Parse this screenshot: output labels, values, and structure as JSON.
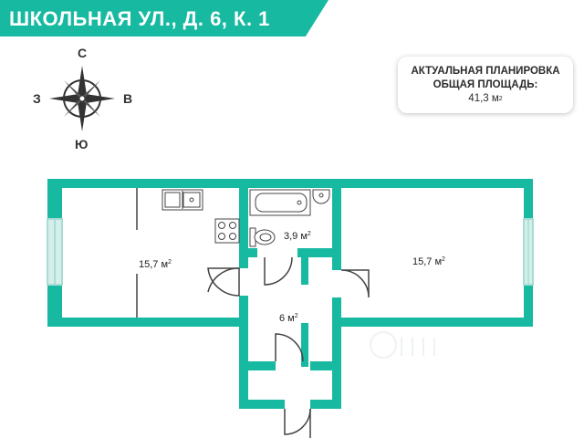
{
  "header": {
    "title": "ШКОЛЬНАЯ УЛ., Д. 6, К. 1"
  },
  "info_card": {
    "line1": "АКТУАЛЬНАЯ ПЛАНИРОВКА",
    "line2": "ОБЩАЯ ПЛОЩАДЬ:",
    "area_value": "41,3 м",
    "area_sup": "2"
  },
  "compass": {
    "north": "С",
    "south": "Ю",
    "west": "З",
    "east": "В"
  },
  "rooms": [
    {
      "id": "kitchen",
      "area": "15,7 м",
      "sup": "2"
    },
    {
      "id": "bathroom",
      "area": "3,9 м",
      "sup": "2"
    },
    {
      "id": "living-room",
      "area": "15,7 м",
      "sup": "2"
    },
    {
      "id": "hallway",
      "area": "6 м",
      "sup": "2"
    }
  ],
  "colors": {
    "wall": "#17b9a1",
    "window": "#a9dcd4",
    "fixture": "#444444"
  }
}
